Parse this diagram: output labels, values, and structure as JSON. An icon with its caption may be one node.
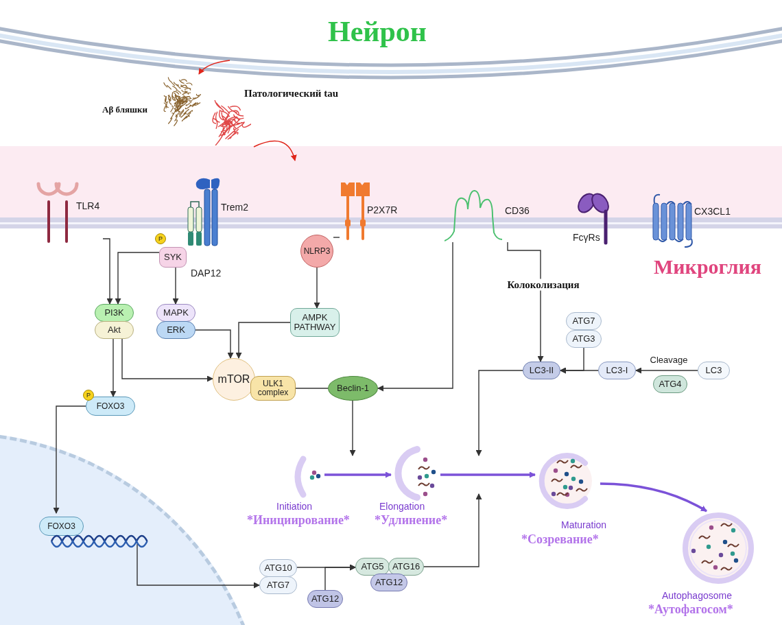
{
  "diagram": {
    "nodes": [
      {
        "text": [
          "Aβ бляшки"
        ]
      },
      {
        "text": [
          "Патологический tau"
        ]
      },
      {
        "text": [
          "TLR4"
        ]
      },
      {
        "text": [
          "Trem2"
        ]
      },
      {
        "text": [
          "SYK"
        ]
      },
      {
        "text": [
          "P2X7R"
        ]
      },
      {
        "text": [
          "NLRP3"
        ]
      },
      {
        "text": [
          "CD36"
        ]
      },
      {
        "text": [
          "FcγRs"
        ]
      },
      {
        "text": [
          "CX3CL1"
        ]
      },
      {
        "text": [
          "PI3K"
        ]
      },
      {
        "text": [
          "Akt"
        ]
      },
      {
        "text": [
          "MAPK"
        ]
      },
      {
        "text": [
          "ERK"
        ]
      },
      {
        "text": [
          "AMPK PATHWAY"
        ]
      },
      {
        "text": [
          "mTOR"
        ]
      },
      {
        "text": [
          "ULK1 complex"
        ]
      },
      {
        "text": [
          "Beclin-1"
        ]
      },
      {
        "text": [
          "ATG7"
        ]
      },
      {
        "text": [
          "ATG3"
        ]
      },
      {
        "text": [
          "LC3-II"
        ]
      },
      {
        "text": [
          "LC3-I"
        ]
      },
      {
        "text": [
          "LC3"
        ]
      },
      {
        "text": [
          "ATG4"
        ]
      },
      {
        "text": [
          "FOXO3"
        ]
      },
      {
        "text": [],
        "shape": "circle"
      },
      {
        "text": [
          "FOXO3"
        ],
        "in": 25
      },
      {
        "text": [],
        "shape": "picture",
        "in": 25
      },
      {
        "text": [],
        "shape": "picture",
        "beside": [
          "Initiation",
          "*Инициирование*"
        ]
      },
      {
        "text": [],
        "shape": "picture",
        "beside": [
          "Elongation",
          "*Удлинение*"
        ]
      },
      {
        "text": [],
        "shape": "picture",
        "beside": [
          "Maturation",
          "*Созревание*"
        ]
      },
      {
        "text": [],
        "shape": "picture",
        "beside": [
          "Autophagosome",
          "*Аутофагосом*"
        ]
      },
      {
        "text": [
          "ATG10"
        ]
      },
      {
        "text": [
          "ATG7"
        ]
      },
      {
        "text": [
          "ATG12"
        ]
      },
      {
        "text": [
          "ATG5"
        ]
      },
      {
        "text": [
          "ATG16"
        ]
      },
      {
        "text": [
          "ATG12"
        ]
      }
    ],
    "edges": [
      {
        "from": null,
        "to": 0,
        "arrow": "to",
        "color": "#e0261b"
      },
      {
        "from": 1,
        "to": null,
        "arrow": "to",
        "color": "#e0261b"
      },
      {
        "from": 2,
        "to": 10,
        "arrow": "to"
      },
      {
        "from": 4,
        "to": 10,
        "arrow": "to"
      },
      {
        "from": 4,
        "to": 12,
        "arrow": "to"
      },
      {
        "from": 5,
        "to": 6,
        "arrow": "none"
      },
      {
        "from": 6,
        "to": 14,
        "arrow": "to"
      },
      {
        "from": 13,
        "to": 15,
        "arrow": "to"
      },
      {
        "from": 14,
        "to": 15,
        "arrow": "to"
      },
      {
        "from": 11,
        "to": 24,
        "arrow": "to"
      },
      {
        "from": 11,
        "to": 15,
        "arrow": "to"
      },
      {
        "from": 16,
        "to": 17,
        "arrow": "none"
      },
      {
        "from": 7,
        "to": 17,
        "arrow": "to"
      },
      {
        "from": 7,
        "to": 20,
        "arrow": "to",
        "label": "Колоколизация"
      },
      {
        "from": 19,
        "to": 20,
        "arrow": "to"
      },
      {
        "from": 21,
        "to": 20,
        "arrow": "to"
      },
      {
        "from": 22,
        "to": 21,
        "arrow": "to",
        "label": "Cleavage"
      },
      {
        "from": 20,
        "to": null,
        "arrow": "to"
      },
      {
        "from": 17,
        "to": null,
        "arrow": "to"
      },
      {
        "from": 24,
        "to": 26,
        "arrow": "to"
      },
      {
        "from": 27,
        "to": 33,
        "arrow": "to"
      },
      {
        "from": 32,
        "to": 35,
        "arrow": "to"
      },
      {
        "from": 34,
        "to": 35,
        "arrow": "to"
      },
      {
        "from": 36,
        "to": null,
        "arrow": "to"
      },
      {
        "from": 28,
        "to": 29,
        "arrow": "to",
        "style": "thick",
        "color": "#7b52d8"
      },
      {
        "from": 29,
        "to": 30,
        "arrow": "to",
        "style": "thick",
        "color": "#7b52d8"
      },
      {
        "from": 30,
        "to": 31,
        "arrow": "to",
        "style": "thick",
        "color": "#7b52d8"
      }
    ],
    "labels": [
      "Нейрон",
      "P",
      "DAP12",
      "Микроглия",
      "P"
    ]
  }
}
